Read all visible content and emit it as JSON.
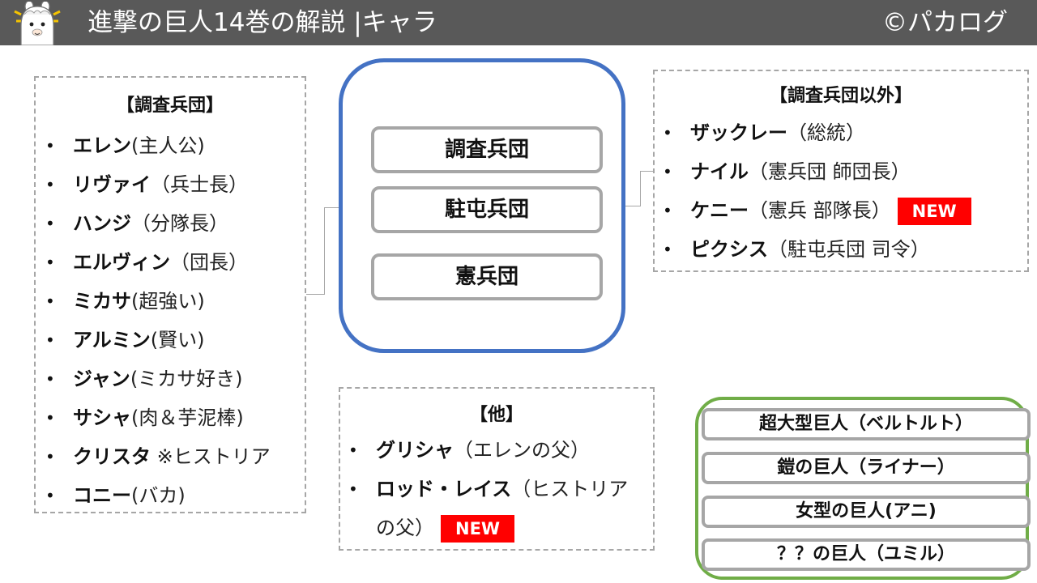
{
  "header": {
    "title": "進撃の巨人14巻の解説 |キャラ",
    "copyright": "©パカログ",
    "logo_icon": "alpaca-mascot-icon",
    "bg_color": "#595959"
  },
  "survey_corps": {
    "title": "【調査兵団】",
    "members": [
      {
        "name": "エレン",
        "note": "(主人公)"
      },
      {
        "name": "リヴァイ",
        "note": "（兵士長）"
      },
      {
        "name": "ハンジ",
        "note": "（分隊長）"
      },
      {
        "name": "エルヴィン",
        "note": "（団長）"
      },
      {
        "name": "ミカサ",
        "note": "(超強い)"
      },
      {
        "name": "アルミン",
        "note": "(賢い)"
      },
      {
        "name": "ジャン",
        "note": "(ミカサ好き)"
      },
      {
        "name": "サシャ",
        "note": "(肉＆芋泥棒)"
      },
      {
        "name": "クリスタ",
        "note": " ※ヒストリア"
      },
      {
        "name": "コニー",
        "note": "(バカ)"
      }
    ]
  },
  "factions": {
    "items": [
      "調査兵団",
      "駐屯兵団",
      "憲兵団"
    ],
    "frame_color": "#4472c4"
  },
  "other_corps": {
    "title": "【調査兵団以外】",
    "members": [
      {
        "name": "ザックレー",
        "note": "（総統）"
      },
      {
        "name": "ナイル",
        "note": "（憲兵団 師団長）"
      },
      {
        "name": "ケニー",
        "note": "（憲兵 部隊長）",
        "badge": "NEW"
      },
      {
        "name": "ピクシス",
        "note": "（駐屯兵団 司令）"
      }
    ]
  },
  "others": {
    "title": "【他】",
    "members": [
      {
        "name": "グリシャ",
        "note": "（エレンの父）"
      },
      {
        "name": "ロッド・レイス",
        "note": "（ヒストリアの父）",
        "badge": "NEW"
      }
    ]
  },
  "titans": {
    "items": [
      "超大型巨人（ベルトルト）",
      "鎧の巨人（ライナー）",
      "女型の巨人(アニ)",
      "？？の巨人（ユミル）"
    ],
    "frame_color": "#70ad47"
  },
  "colors": {
    "badge": "#ff0000",
    "border_gray": "#a6a6a6"
  }
}
